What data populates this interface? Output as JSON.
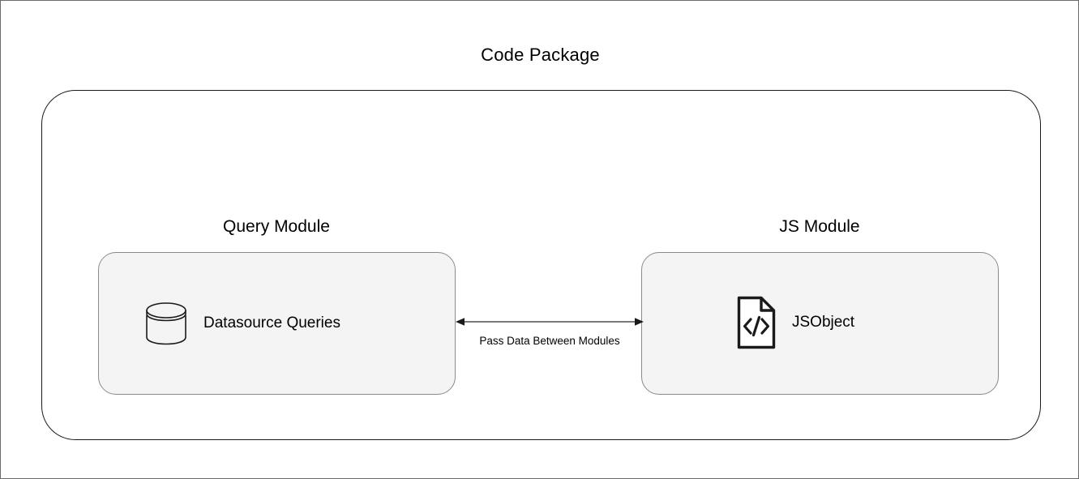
{
  "diagram": {
    "title": "Code Package",
    "frame_border_color": "#6b6b6b",
    "outer_border_color": "#1a1a1a",
    "module_fill": "#f4f4f4",
    "module_border_color": "#8a8a8a",
    "connector_color": "#666666"
  },
  "modules": [
    {
      "title": "Query Module",
      "item_label": "Datasource Queries",
      "item_icon": "database-cylinder-icon"
    },
    {
      "title": "JS Module",
      "item_label": "JSObject",
      "item_icon": "code-file-icon"
    }
  ],
  "connector": {
    "label": "Pass Data Between Modules",
    "arrow_icon": "double-headed-arrow-icon",
    "direction": "bidirectional"
  }
}
